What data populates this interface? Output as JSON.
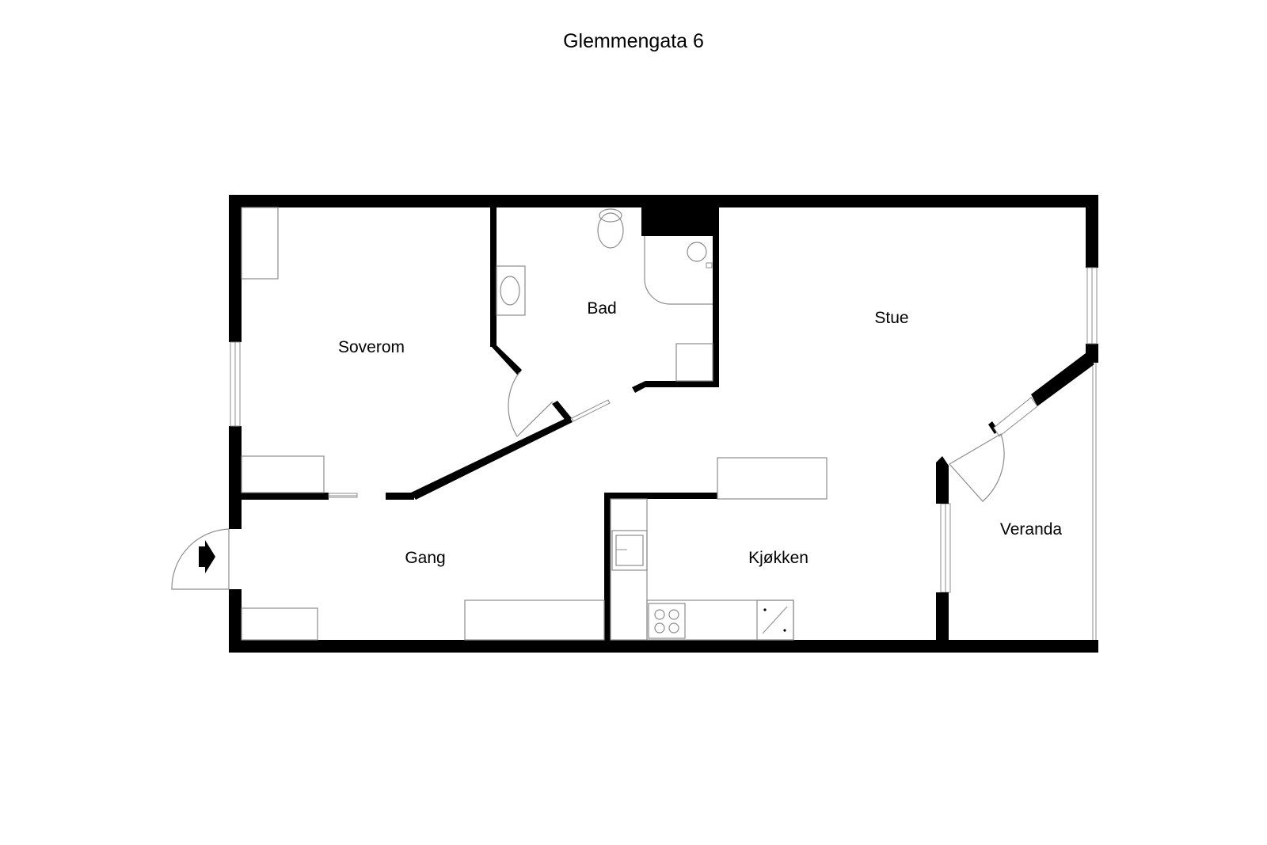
{
  "plan": {
    "title": "Glemmengata 6",
    "rooms": [
      {
        "id": "soverom",
        "label": "Soverom"
      },
      {
        "id": "bad",
        "label": "Bad"
      },
      {
        "id": "stue",
        "label": "Stue"
      },
      {
        "id": "gang",
        "label": "Gang"
      },
      {
        "id": "kjokken",
        "label": "Kjøkken"
      },
      {
        "id": "veranda",
        "label": "Veranda"
      }
    ],
    "colors": {
      "wall": "#000000",
      "fixture": "#8c8c8c",
      "background": "#ffffff"
    },
    "icons": [
      "entrance-arrow-icon"
    ]
  }
}
